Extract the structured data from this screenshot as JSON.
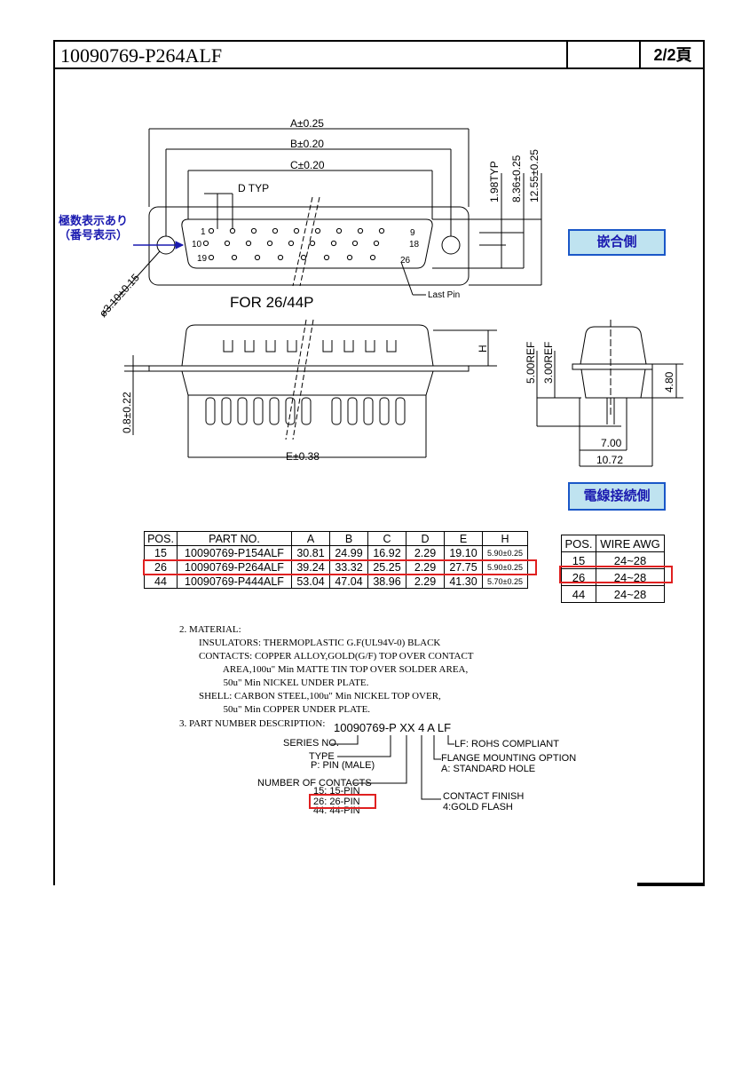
{
  "header": {
    "part_number": "10090769-P264ALF",
    "page": "2/2頁"
  },
  "drawing": {
    "dim_a": "A±0.25",
    "dim_b": "B±0.20",
    "dim_c": "C±0.20",
    "dim_d": "D TYP",
    "dim_198": "1.98TYP",
    "dim_836": "8.36±0.25",
    "dim_1255": "12.55±0.25",
    "hole": "ø3.10±0.15",
    "for_label": "FOR 26/44P",
    "last_pin": "Last Pin",
    "pin_1": "1",
    "pin_10": "10",
    "pin_19": "19",
    "pin_9": "9",
    "pin_18": "18",
    "pin_26": "26",
    "dim_h": "H",
    "dim_5ref": "5.00REF",
    "dim_3ref": "3.00REF",
    "dim_480": "4.80",
    "dim_08": "0.8±0.22",
    "dim_e": "E±0.38",
    "dim_700": "7.00",
    "dim_1072": "10.72"
  },
  "annotations": {
    "polarity_note_1": "極数表示あり",
    "polarity_note_2": "（番号表示）",
    "mating_side": "嵌合側",
    "wire_side": "電線接続側"
  },
  "spec_table": {
    "headers": [
      "POS.",
      "PART NO.",
      "A",
      "B",
      "C",
      "D",
      "E",
      "H"
    ],
    "rows": [
      [
        "15",
        "10090769-P154ALF",
        "30.81",
        "24.99",
        "16.92",
        "2.29",
        "19.10",
        "5.90±0.25"
      ],
      [
        "26",
        "10090769-P264ALF",
        "39.24",
        "33.32",
        "25.25",
        "2.29",
        "27.75",
        "5.90±0.25"
      ],
      [
        "44",
        "10090769-P444ALF",
        "53.04",
        "47.04",
        "38.96",
        "2.29",
        "41.30",
        "5.70±0.25"
      ]
    ]
  },
  "wire_table": {
    "headers": [
      "POS.",
      "WIRE AWG"
    ],
    "rows": [
      [
        "15",
        "24~28"
      ],
      [
        "26",
        "24~28"
      ],
      [
        "44",
        "24~28"
      ]
    ]
  },
  "notes": {
    "material": "2. MATERIAL:\n        INSULATORS: THERMOPLASTIC G.F(UL94V-0) BLACK\n        CONTACTS: COPPER ALLOY,GOLD(G/F) TOP OVER CONTACT\n                  AREA,100u\" Min MATTE TIN TOP OVER SOLDER AREA,\n                  50u\" Min NICKEL UNDER PLATE.\n        SHELL: CARBON STEEL,100u\" Min NICKEL TOP OVER,\n                  50u\" Min COPPER UNDER PLATE.",
    "pn_desc_title": "3. PART NUMBER DESCRIPTION:",
    "pn_code": "10090769-P XX 4 A LF",
    "series": "SERIES NO.",
    "type": "TYPE",
    "type_p": "P: PIN (MALE)",
    "num_contacts": "NUMBER OF CONTACTS",
    "c15": "15: 15-PIN",
    "c26": "26: 26-PIN",
    "c44": "44: 44-PIN",
    "lf": "LF: ROHS COMPLIANT",
    "flange": "FLANGE MOUNTING OPTION",
    "flange_a": "A: STANDARD HOLE",
    "finish": "CONTACT FINISH",
    "finish_4": "4:GOLD FLASH"
  }
}
